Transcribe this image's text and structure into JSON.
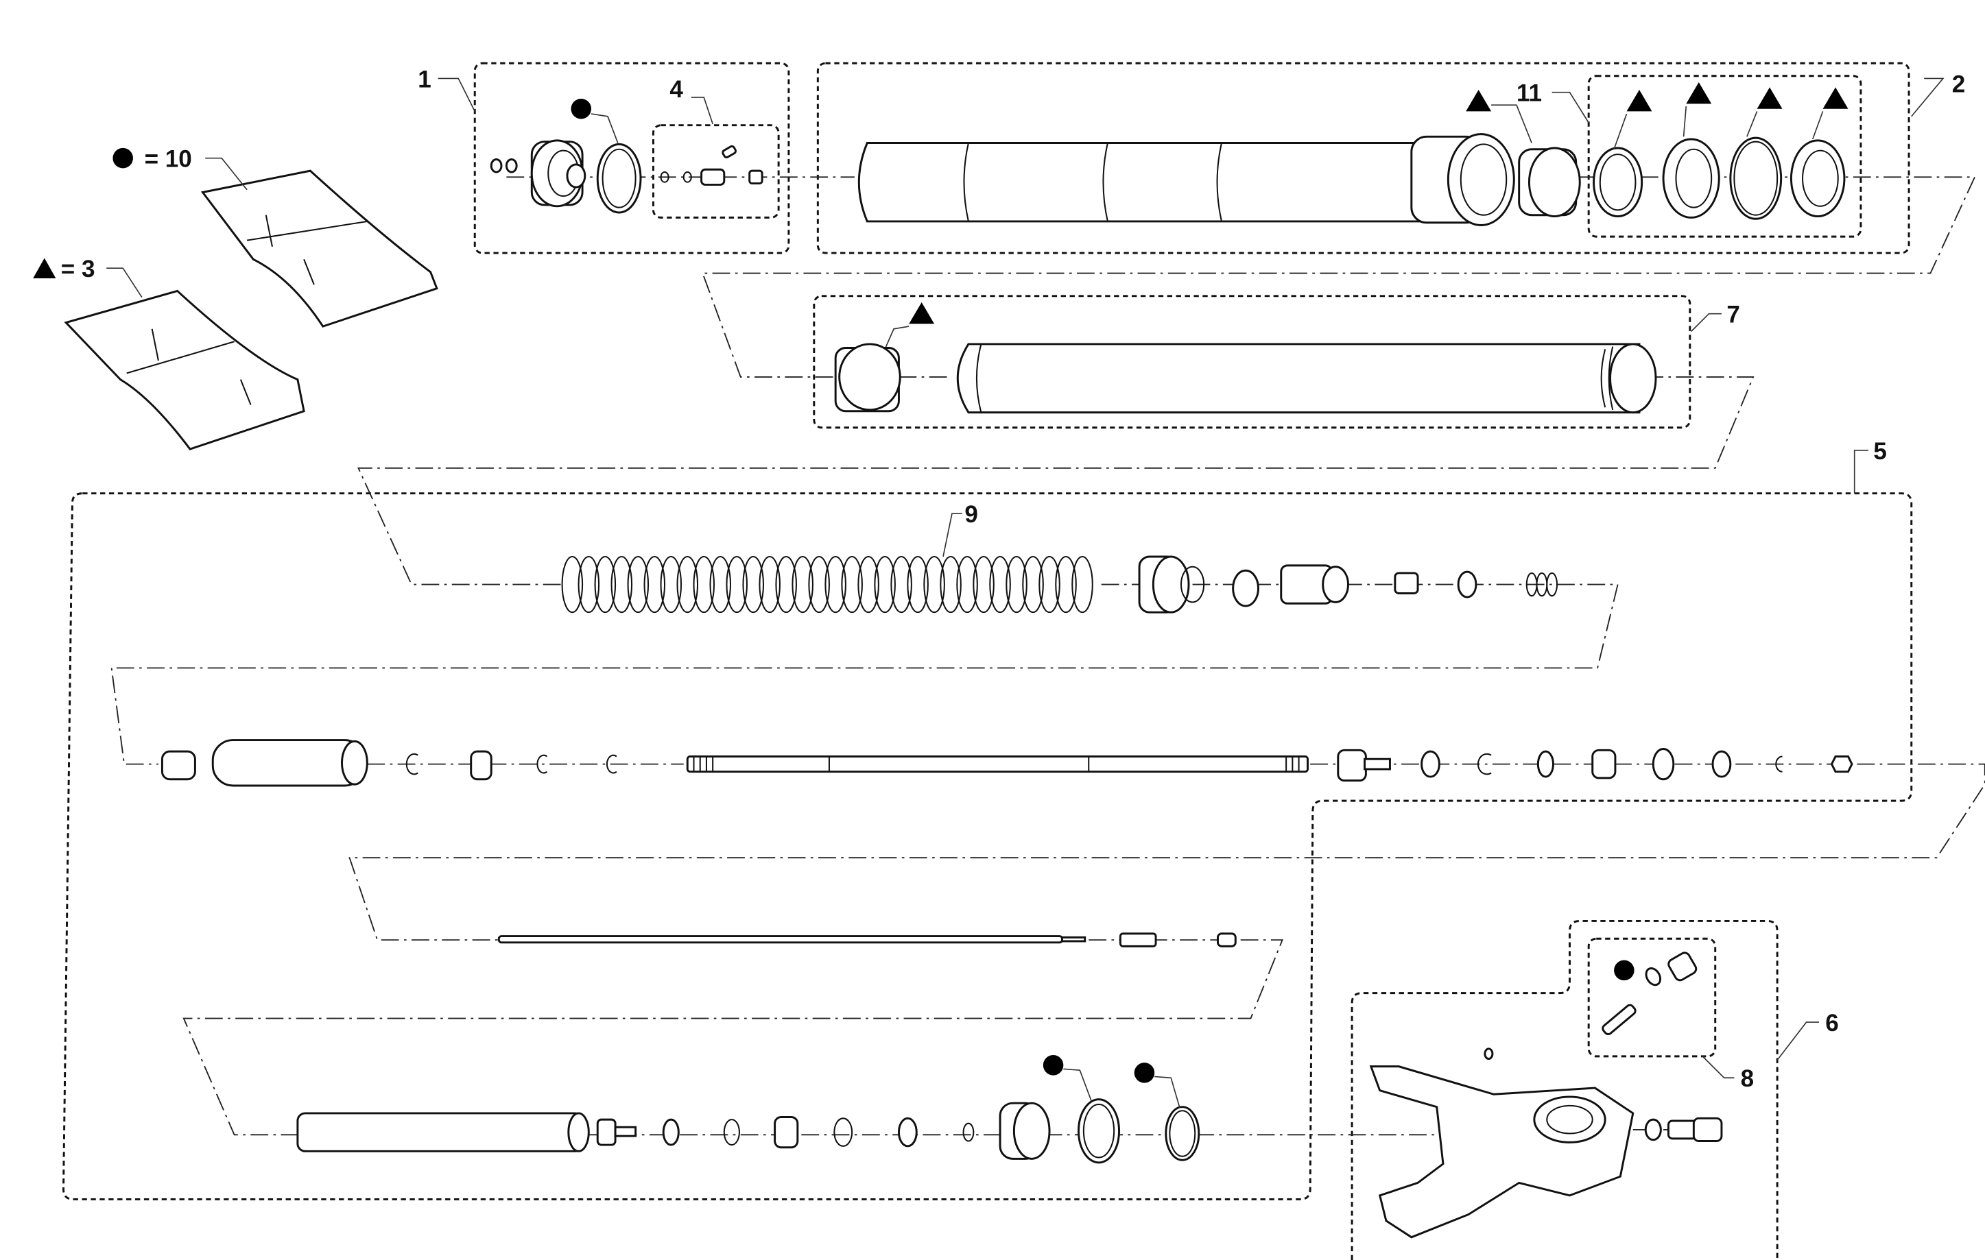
{
  "title": "Fork cartridge exploded parts diagram",
  "legend": {
    "circle_symbol": "●",
    "circle_text": "= 10",
    "triangle_symbol": "▲",
    "triangle_text": "= 3",
    "circle_icon": "filled-circle",
    "triangle_icon": "filled-triangle"
  },
  "callouts": {
    "c1": "1",
    "c2": "2",
    "c4": "4",
    "c5": "5",
    "c6": "6",
    "c7": "7",
    "c8": "8",
    "c9": "9",
    "c11": "11"
  },
  "colors": {
    "line": "#111111",
    "background": "#ffffff"
  }
}
